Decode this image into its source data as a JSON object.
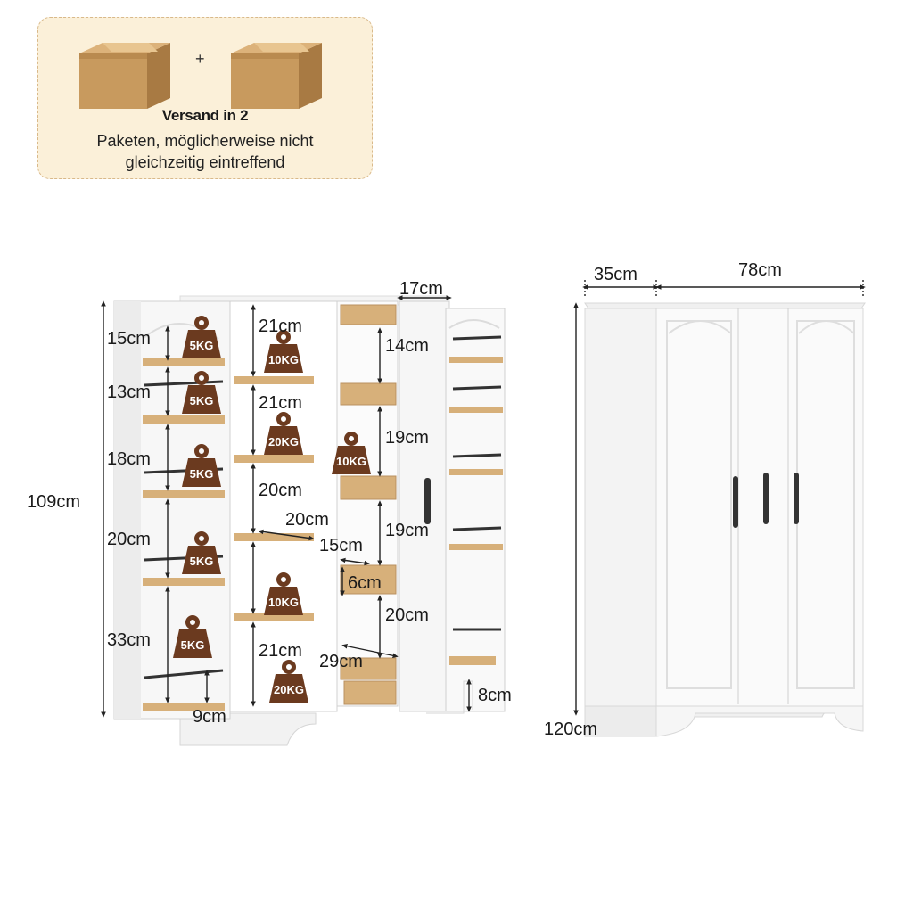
{
  "shipping": {
    "plus": "+",
    "title": "Versand in 2",
    "line1": "Paketen, möglicherweise nicht",
    "line2": "gleichzeitig eintreffend"
  },
  "open_view": {
    "total_height": "109cm",
    "left_col": [
      "15cm",
      "13cm",
      "18cm",
      "20cm",
      "33cm",
      "9cm"
    ],
    "left_weights": [
      "5KG",
      "5KG",
      "5KG",
      "5KG",
      "5KG"
    ],
    "mid_col": [
      "21cm",
      "21cm",
      "20cm",
      "21cm"
    ],
    "mid_weights": [
      "10KG",
      "20KG",
      "10KG",
      "20KG"
    ],
    "mid_shelf_width": "20cm",
    "top_depth": "17cm",
    "right_col": [
      "14cm",
      "19cm",
      "19cm",
      "20cm"
    ],
    "right_weight": "10KG",
    "drawer_width": "15cm",
    "drawer_height": "6cm",
    "bottom_width": "29cm",
    "base_height": "8cm"
  },
  "closed_view": {
    "depth": "35cm",
    "width": "78cm",
    "height": "120cm"
  },
  "colors": {
    "panel_bg": "#fbf0d9",
    "weight_icon": "#6b3a1f",
    "shelf_wood": "#d7b07a"
  }
}
